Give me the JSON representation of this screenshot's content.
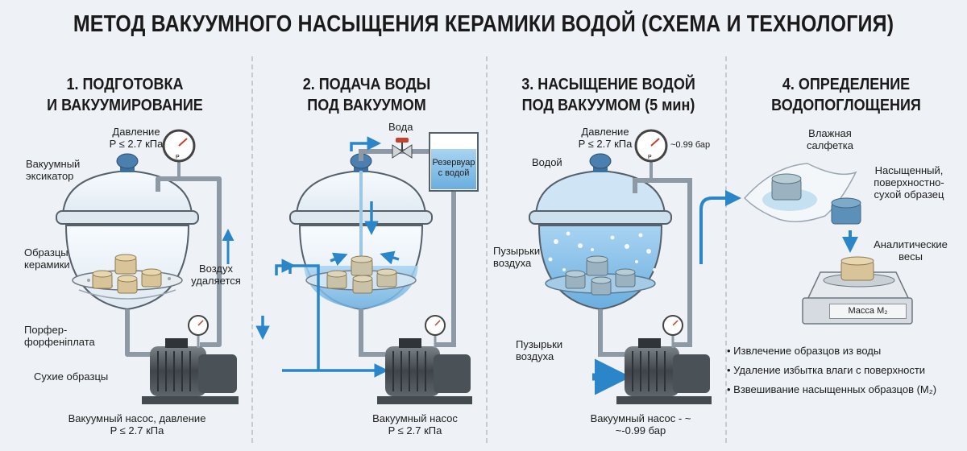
{
  "title": "МЕТОД ВАКУУМНОГО НАСЫЩЕНИЯ КЕРАМИКИ ВОДОЙ (СХЕМА И ТЕХНОЛОГИЯ)",
  "steps": [
    {
      "title_line1": "1. ПОДГОТОВКА",
      "title_line2": "И ВАКУУМИРОВАНИЕ",
      "pressure_l1": "Давление",
      "pressure_l2": "P ≤ 2.7 кПа",
      "desiccator_l1": "Вакуумный",
      "desiccator_l2": "эксикатор",
      "samples_l1": "Образцы",
      "samples_l2": "керамики",
      "plate_l1": "Порфер-",
      "plate_l2": "форфенiплата",
      "dry": "Сухие образцы",
      "air_l1": "Воздух",
      "air_l2": "удаляется",
      "pump_l1": "Вакуумный насос, давление",
      "pump_l2": "P ≤ 2.7 кПа"
    },
    {
      "title_line1": "2. ПОДАЧА ВОДЫ",
      "title_line2": "ПОД ВАКУУМОМ",
      "water": "Вода",
      "reservoir_l1": "Резервуар",
      "reservoir_l2": "с водой",
      "pump_l1": "Вакуумный насос",
      "pump_l2": "P ≤ 2.7 кПа"
    },
    {
      "title_line1": "3. НАСЫЩЕНИЕ ВОДОЙ",
      "title_line2": "ПОД ВАКУУМОМ (5 мин)",
      "pressure_l1": "Давление",
      "pressure_l2": "P ≤ 2.7 кПа",
      "gauge": "~0.99 бар",
      "water": "Водой",
      "bubbles1_l1": "Пузырьки",
      "bubbles1_l2": "воздуха",
      "bubbles2_l1": "Пузырьки",
      "bubbles2_l2": "воздуха",
      "pump_l1": "Вакуумный насос - ~",
      "pump_l2": "~-0.99 бар"
    },
    {
      "title_line1": "4. ОПРЕДЕЛЕНИЕ",
      "title_line2": "ВОДОПОГЛОЩЕНИЯ",
      "wipe_l1": "Влажная",
      "wipe_l2": "салфетка",
      "sample_l1": "Насыщенный,",
      "sample_l2": "поверхностно-",
      "sample_l3": "сухой образец",
      "scales_l1": "Аналитические",
      "scales_l2": "весы",
      "mass": "Масса M₂",
      "bullets": [
        "• Извлечение образцов из воды",
        "• Удаление избытка влаги с поверхности",
        "• Взвешивание насыщенных образцов (M₂)"
      ]
    }
  ],
  "colors": {
    "water": "#8fc4ea",
    "arrow": "#2a86c9",
    "valve": "#c7402a",
    "lid_knob": "#3f6f9c",
    "sample": "#d9c49a",
    "sample_wet": "#9bb3c0"
  }
}
